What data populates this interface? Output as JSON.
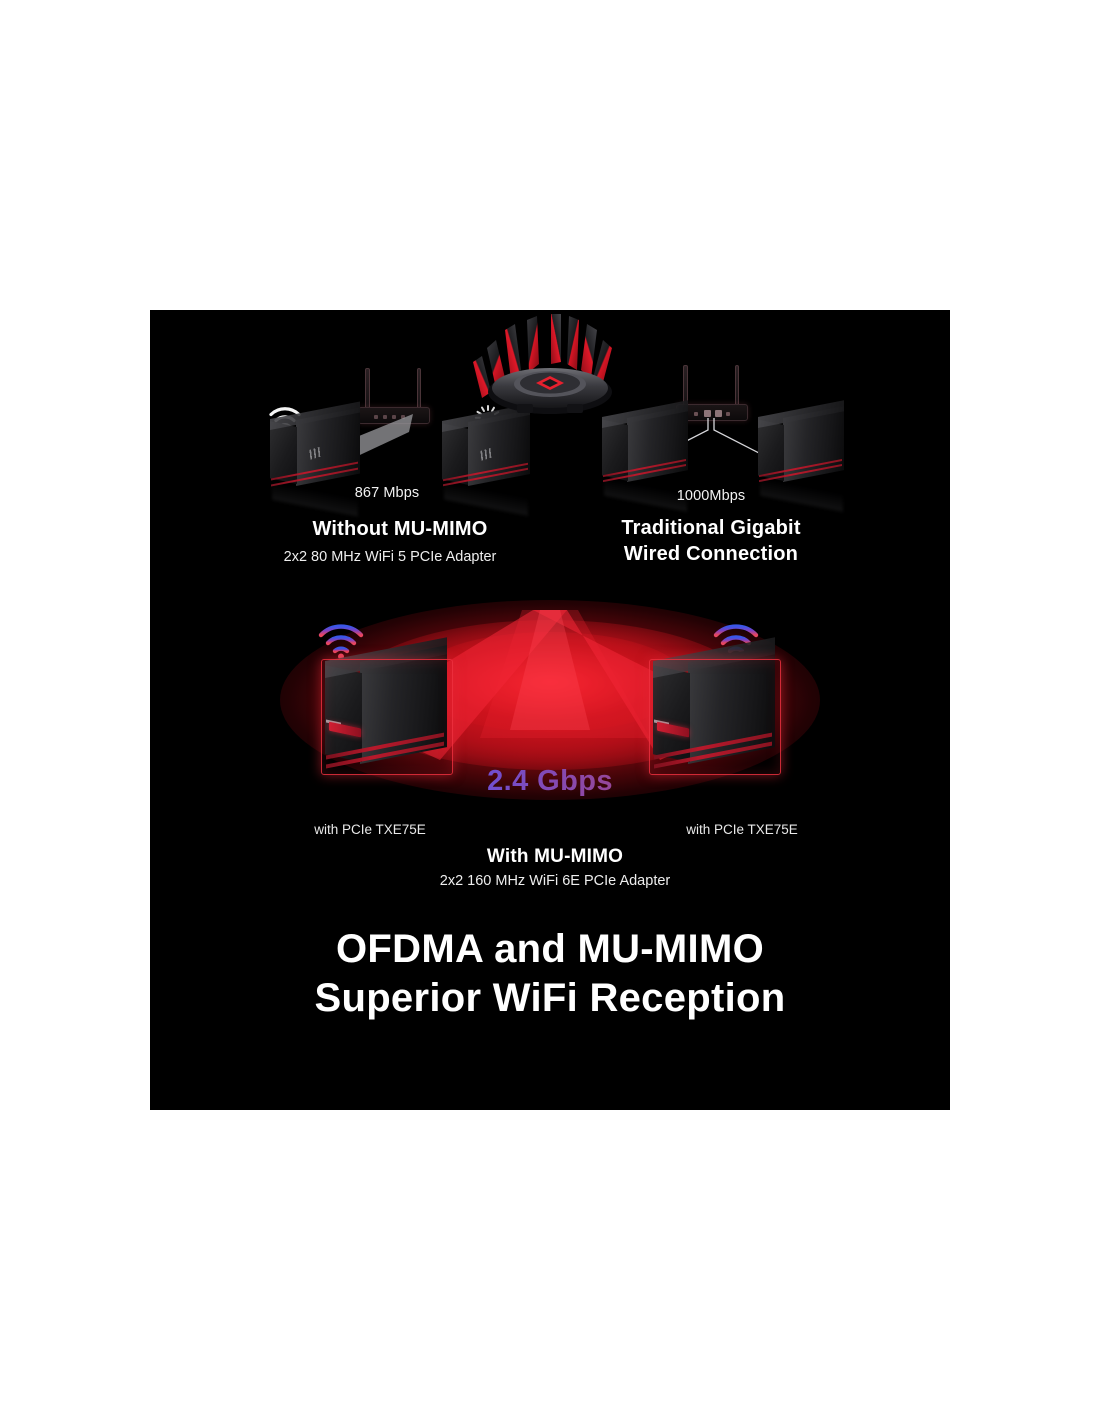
{
  "panel": {
    "background_color": "#000000",
    "accent_red": "#e0202f",
    "accent_blue": "#2c5ae8",
    "accent_pink": "#e8465e"
  },
  "comparison": {
    "without_mumimo": {
      "speed": "867 Mbps",
      "title": "Without MU-MIMO",
      "subtitle": "2x2 80 MHz WiFi 5 PCIe Adapter",
      "left_icon": "wifi-icon",
      "right_icon": "loading-spinner-icon"
    },
    "wired": {
      "speed": "1000Mbps",
      "title_line1": "Traditional Gigabit",
      "title_line2": "Wired Connection"
    }
  },
  "mumimo": {
    "speed": "2.4 Gbps",
    "title": "With MU-MIMO",
    "subtitle": "2x2 160 MHz WiFi 6E PCIe Adapter",
    "left_pc_label": "with PCIe TXE75E",
    "right_pc_label": "with PCIe TXE75E",
    "router_icon": "gaming-router-icon",
    "left_wifi_icon": "wifi-gradient-icon",
    "right_wifi_icon": "wifi-gradient-icon"
  },
  "headline": {
    "line1": "OFDMA and MU-MIMO",
    "line2": "Superior WiFi Reception"
  }
}
